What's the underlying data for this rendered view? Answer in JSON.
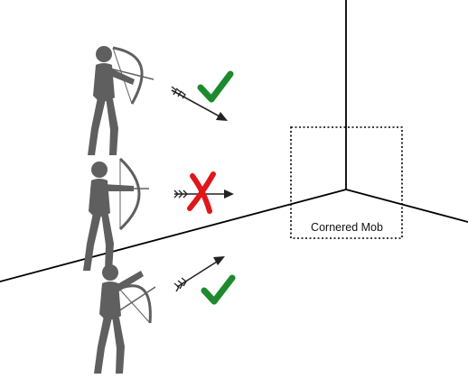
{
  "cornered_mob": {
    "label": "Cornered Mob"
  },
  "colors": {
    "background": "#ffffff",
    "wall_lines": "#000000",
    "archer": "#5f5f5f",
    "check": "#1e8a2e",
    "cross": "#e0161b",
    "arrow": "#222222"
  },
  "shots": [
    {
      "archer_pose": "aiming-down",
      "arrow_direction": "down-right",
      "result": "success",
      "result_icon": "check-icon"
    },
    {
      "archer_pose": "aiming-level",
      "arrow_direction": "horizontal",
      "result": "blocked",
      "result_icon": "cross-icon"
    },
    {
      "archer_pose": "aiming-up",
      "arrow_direction": "up-right",
      "result": "success",
      "result_icon": "check-icon"
    }
  ]
}
